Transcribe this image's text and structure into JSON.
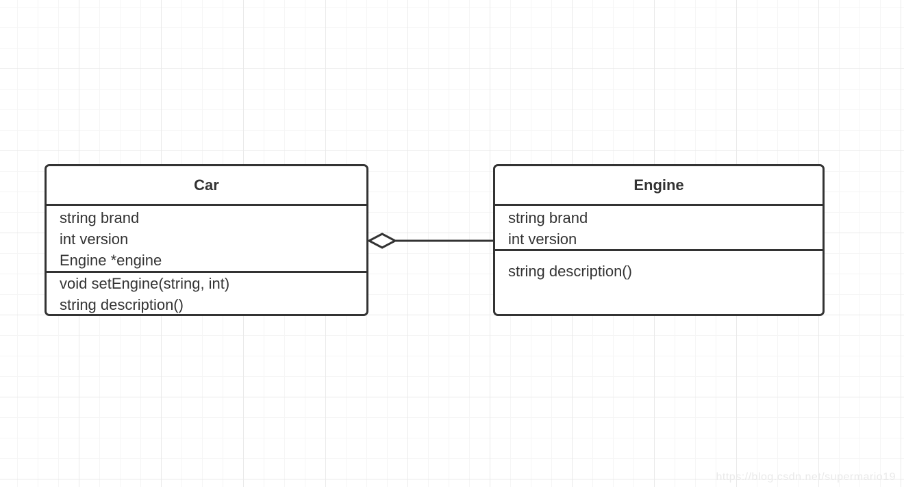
{
  "diagram": {
    "classes": [
      {
        "title": "Car",
        "attributes": [
          "string brand",
          "int version",
          "Engine *engine"
        ],
        "methods": [
          "void setEngine(string, int)",
          "string description()"
        ]
      },
      {
        "title": "Engine",
        "attributes": [
          "string brand",
          "int version"
        ],
        "methods": [
          "string description()"
        ]
      }
    ],
    "relationship": {
      "type": "aggregation",
      "from": "Car",
      "to": "Engine",
      "diamond_style": "hollow",
      "diamond_at": "Car"
    }
  },
  "watermark": "https://blog.csdn.net/supermario19",
  "colors": {
    "stroke": "#333333",
    "text": "#333333",
    "watermark": "#e9e9e9",
    "grid_minor": "#f5f5f5",
    "grid_major": "#e9e9e9"
  }
}
